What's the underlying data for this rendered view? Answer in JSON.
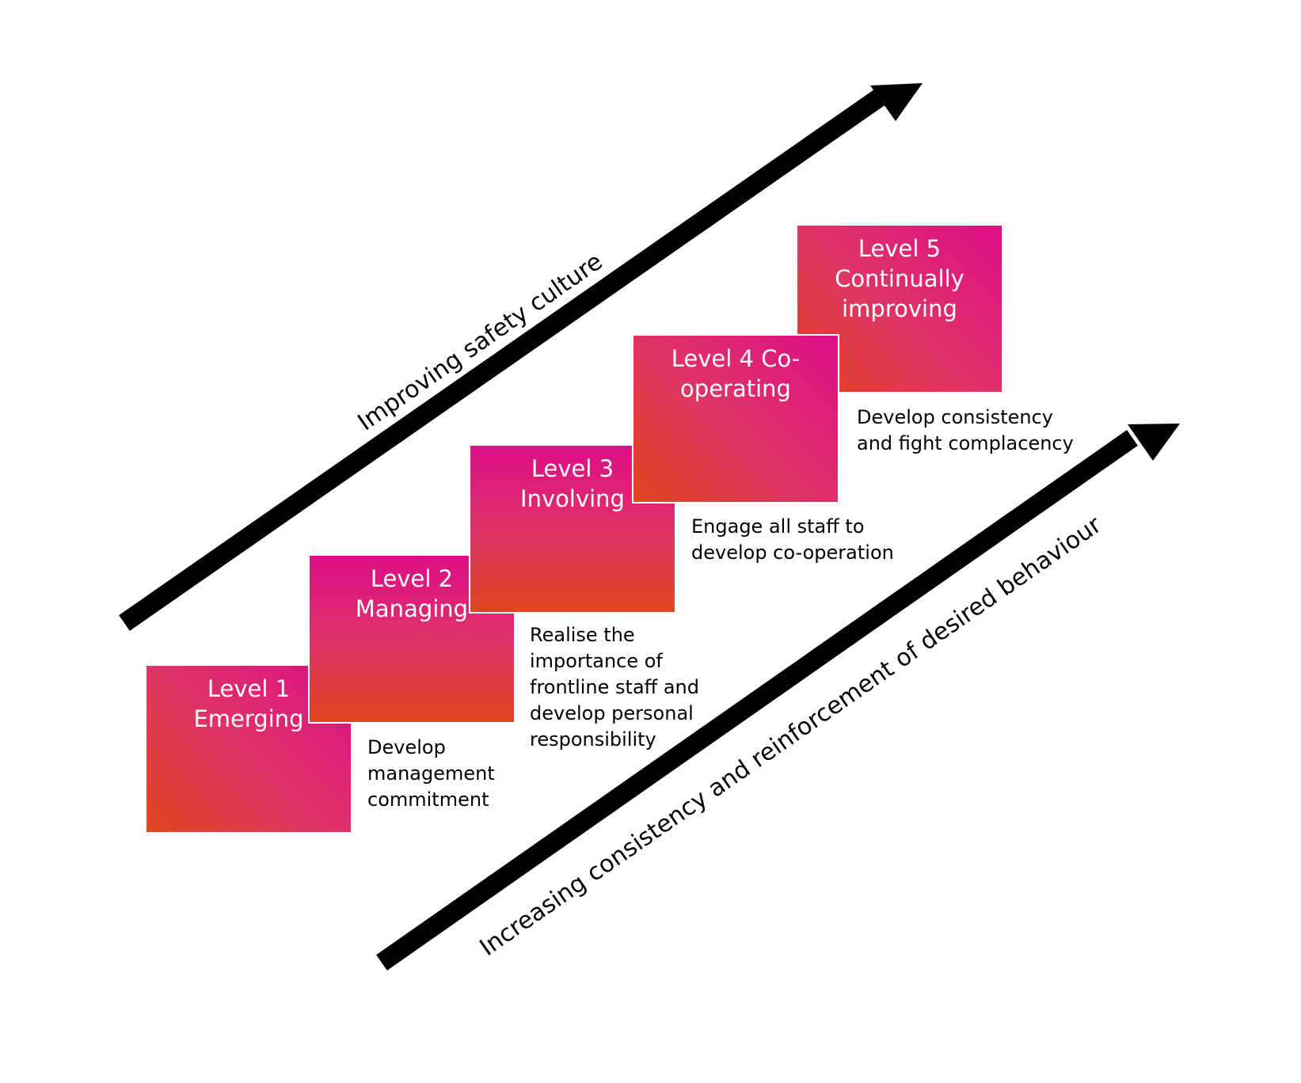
{
  "arrows": {
    "top": {
      "label": "Improving safety culture"
    },
    "bottom": {
      "label": "Increasing consistency and reinforcement of desired behaviour"
    }
  },
  "levels": [
    {
      "title": "Level 1\nEmerging",
      "description": "Develop\nmanagement\ncommitment"
    },
    {
      "title": "Level 2\nManaging",
      "description": ""
    },
    {
      "title": "Level 3\nInvolving",
      "description": "Realise the\nimportance of\nfrontline staff and\ndevelop personal\nresponsibility"
    },
    {
      "title": "Level 4 Co-\noperating",
      "description": "Engage all staff to\ndevelop co-operation"
    },
    {
      "title": "Level 5\nContinually\nimproving",
      "description": "Develop consistency\nand fight complacency"
    }
  ],
  "colors": {
    "box_pink": "#dd0e88",
    "box_mid": "#de3565",
    "box_orange": "#e1461f",
    "arrow": "#000000",
    "text_on_box": "#ffffff",
    "description_text": "#000000"
  }
}
